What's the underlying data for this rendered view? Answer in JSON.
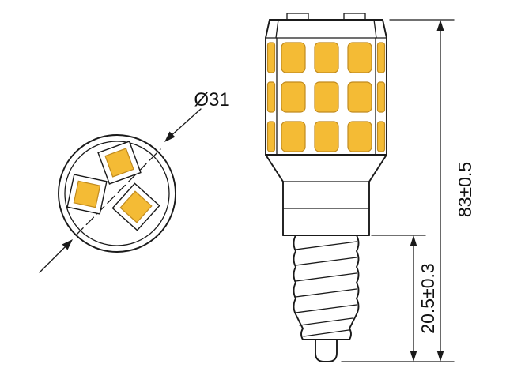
{
  "labels": {
    "diameter": "Ø31",
    "overall_height": "83±0.5",
    "base_height": "20.5±0.3"
  },
  "colors": {
    "line": "#1a1a1a",
    "led_fill": "#f4bb35",
    "led_stroke": "#c08a1e",
    "background": "#ffffff"
  },
  "diagram": {
    "type": "technical-drawing",
    "subject": "LED lamp with screw base, top view and side view with dimensions",
    "top_view_led_count": 3,
    "side_view_led_rows": 3,
    "side_view_led_columns": 3
  }
}
